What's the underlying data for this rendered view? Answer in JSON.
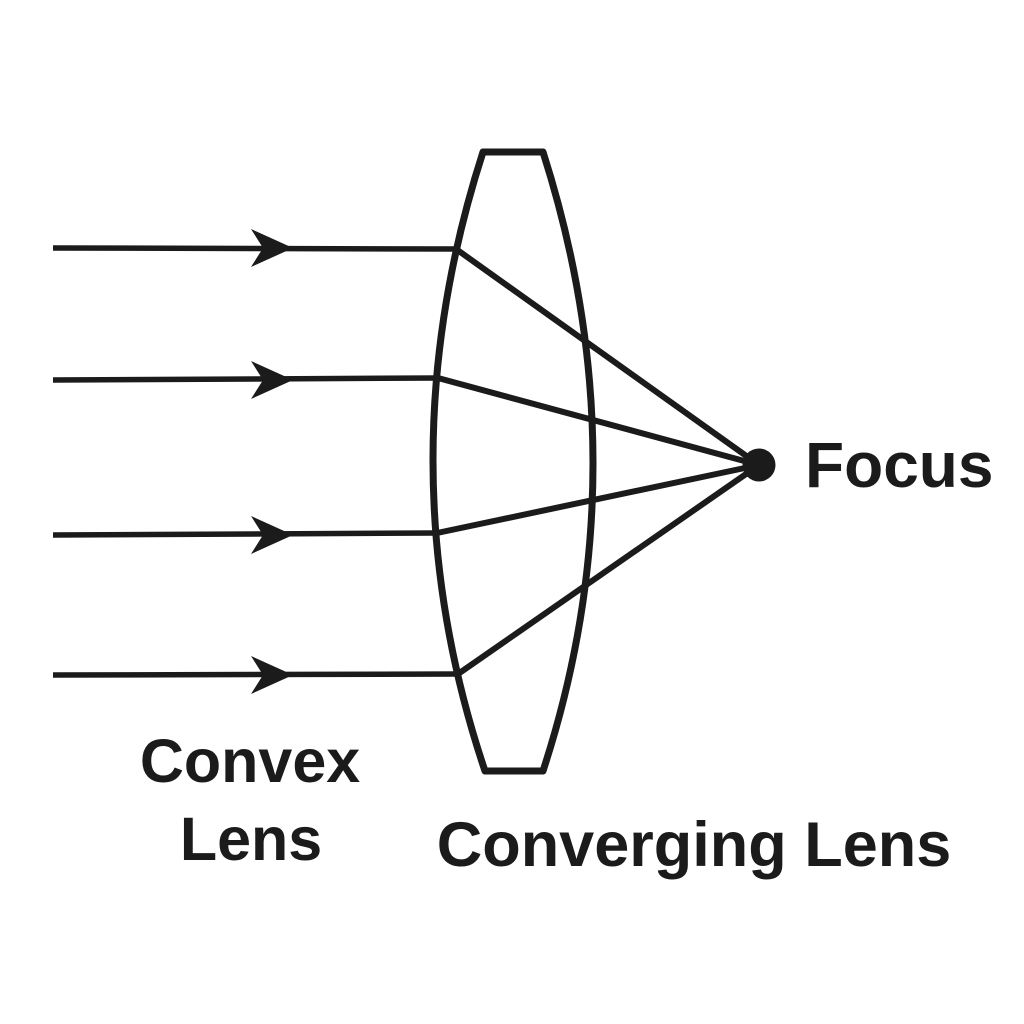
{
  "figure": {
    "type": "optics ray diagram",
    "labels": {
      "convex_line1": "Convex",
      "convex_line2": "Lens",
      "converging": "Converging Lens",
      "focus": "Focus"
    },
    "colors": {
      "ink": "#1b1b1b",
      "background": "#ffffff"
    },
    "content": {
      "incident_ray_count": 4,
      "ray_direction": "left to right",
      "lens_shape": "biconvex (truncated top and bottom)",
      "focus_marker": "filled circle at ray convergence point"
    }
  }
}
